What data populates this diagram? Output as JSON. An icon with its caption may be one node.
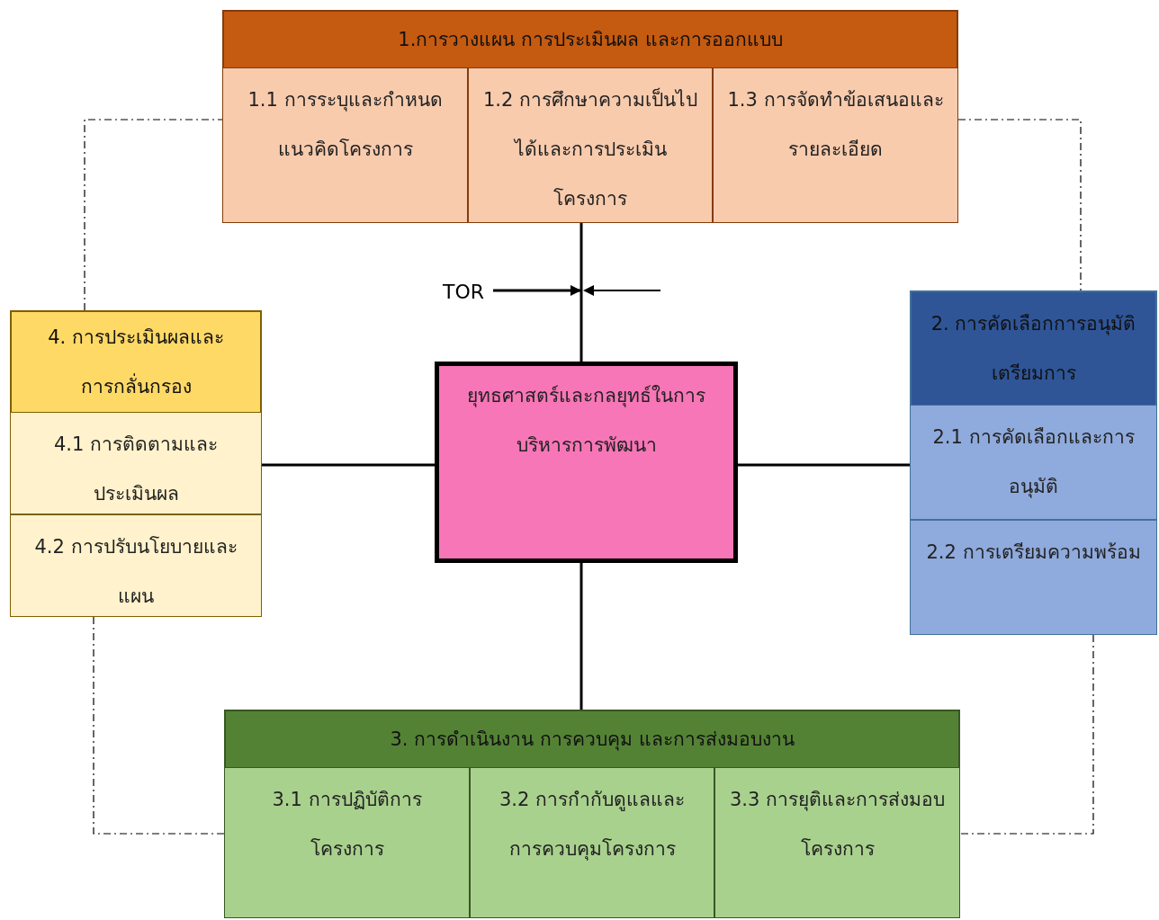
{
  "diagram": {
    "nodes": [
      {
        "text": [
          "1.การวางแผน การประเมินผล และการออกแบบ"
        ]
      },
      {
        "text": [
          "1.1 การระบุและกำหนดแนวคิดโครงการ"
        ],
        "in": 0
      },
      {
        "text": [
          "1.2 การศึกษาความเป็นไปได้และการประเมินโครงการ"
        ],
        "in": 0
      },
      {
        "text": [
          "1.3 การจัดทำข้อเสนอและรายละเอียด"
        ],
        "in": 0
      },
      {
        "text": [
          "2. การคัดเลือกการอนุมัติเตรียมการ"
        ]
      },
      {
        "text": [
          "2.1 การคัดเลือกและการอนุมัติ"
        ],
        "in": 4
      },
      {
        "text": [
          "2.2 การเตรียมความพร้อม"
        ],
        "in": 4
      },
      {
        "text": [
          "3. การดำเนินงาน การควบคุม และการส่งมอบงาน"
        ]
      },
      {
        "text": [
          "3.1 การปฏิบัติการโครงการ"
        ],
        "in": 7
      },
      {
        "text": [
          "3.2 การกำกับดูแลและการควบคุมโครงการ"
        ],
        "in": 7
      },
      {
        "text": [
          "3.3 การยุติและการส่งมอบโครงการ"
        ],
        "in": 7
      },
      {
        "text": [
          "4. การประเมินผลและการกลั่นกรอง"
        ]
      },
      {
        "text": [
          "4.1 การติดตามและประเมินผล"
        ],
        "in": 11
      },
      {
        "text": [
          "4.2 การปรับนโยบายและแผน"
        ],
        "in": 11
      },
      {
        "text": [
          "ยุทธศาสตร์และกลยุทธ์ในการบริหารการพัฒนา"
        ]
      },
      {
        "text": [
          "TOR"
        ]
      }
    ],
    "edges": [
      {
        "from": 14,
        "to": 0,
        "arrow": "none"
      },
      {
        "from": 14,
        "to": 4,
        "arrow": "none"
      },
      {
        "from": 14,
        "to": 7,
        "arrow": "none"
      },
      {
        "from": 14,
        "to": 11,
        "arrow": "none"
      },
      {
        "from": 0,
        "to": 4,
        "arrow": "none",
        "style": "dashed"
      },
      {
        "from": 4,
        "to": 7,
        "arrow": "none",
        "style": "dashed"
      },
      {
        "from": 7,
        "to": 11,
        "arrow": "none",
        "style": "dashed"
      },
      {
        "from": 11,
        "to": 0,
        "arrow": "none",
        "style": "dashed"
      },
      {
        "from": 15,
        "to": null,
        "arrow": "to"
      }
    ]
  }
}
